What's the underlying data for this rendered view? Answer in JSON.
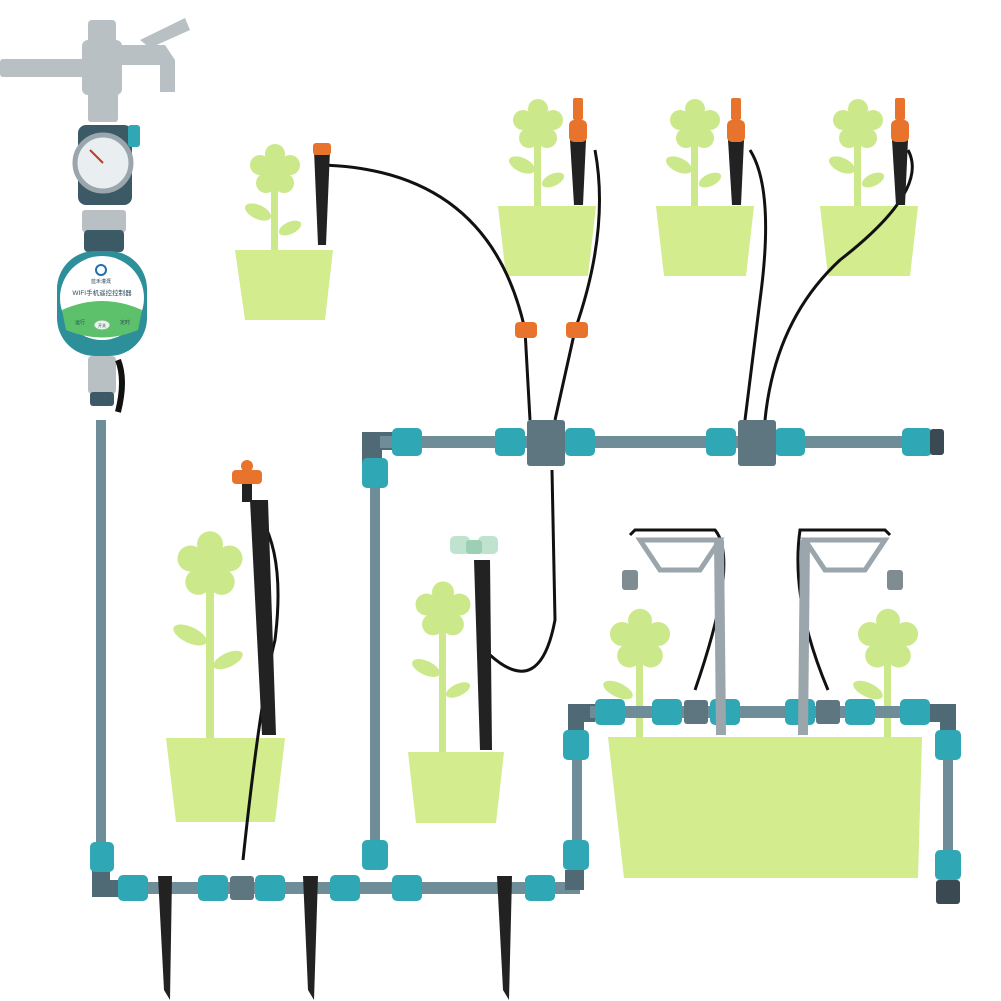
{
  "diagram": {
    "colors": {
      "pipe": "#6f8d98",
      "pipe_dark": "#4f6a74",
      "connector": "#2fa7b4",
      "connector_dark": "#1d7f8c",
      "plant": "#cbe98a",
      "pot": "#d2ec8e",
      "tube": "#111111",
      "dripper_orange": "#e8732c",
      "stake": "#222222",
      "faucet": "#b9c0c4",
      "controller_teal": "#2c8f99",
      "controller_face": "#ffffff",
      "controller_grass": "#5cc16a",
      "background": "#ffffff"
    },
    "components": [
      "faucet-icon",
      "pressure-gauge-icon",
      "timer-controller-icon",
      "main-pipe-icon",
      "pipe-connector-icon",
      "ground-stake-icon",
      "drip-emitter-icon",
      "sprinkler-head-icon",
      "mist-nozzle-icon",
      "flower-pot-icon",
      "planter-box-icon"
    ],
    "controller": {
      "title_line": "WIFI手机遥控控制器",
      "brand_line": "蓝禾灌溉",
      "button_label": "开关",
      "status_left": "运行",
      "status_right": "定时"
    }
  }
}
